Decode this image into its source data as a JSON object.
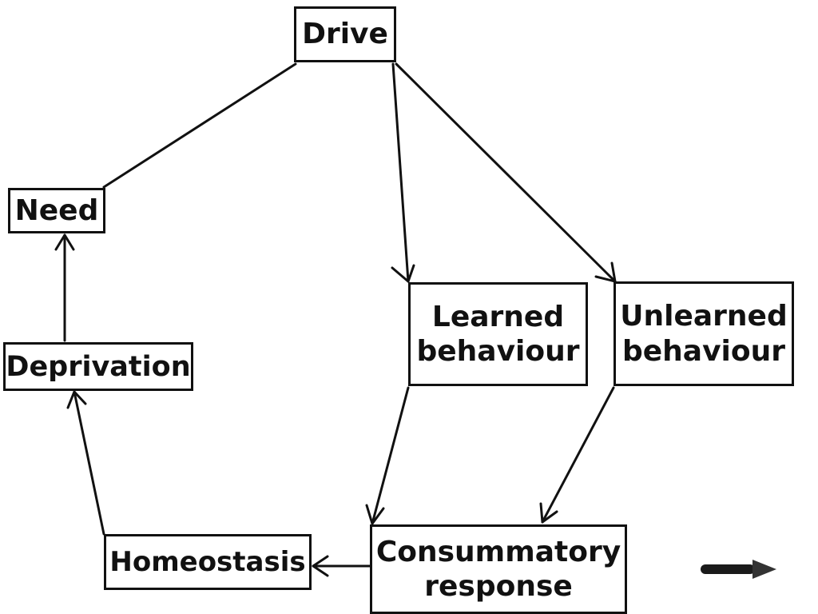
{
  "diagram": {
    "nodes": {
      "drive": {
        "label": "Drive"
      },
      "need": {
        "label": "Need"
      },
      "deprivation": {
        "label": "Deprivation"
      },
      "learned": {
        "line1": "Learned",
        "line2": "behaviour"
      },
      "unlearned": {
        "line1": "Unlearned",
        "line2": "behaviour"
      },
      "consummatory": {
        "line1": "Consummatory",
        "line2": "response"
      },
      "homeostasis": {
        "label": "Homeostasis"
      }
    },
    "edges": [
      {
        "from": "need",
        "to": "drive",
        "arrow": false
      },
      {
        "from": "drive",
        "to": "learned",
        "arrow": true
      },
      {
        "from": "drive",
        "to": "unlearned",
        "arrow": true
      },
      {
        "from": "learned",
        "to": "consummatory",
        "arrow": true
      },
      {
        "from": "unlearned",
        "to": "consummatory",
        "arrow": true
      },
      {
        "from": "consummatory",
        "to": "homeostasis",
        "arrow": true
      },
      {
        "from": "homeostasis",
        "to": "deprivation",
        "arrow": true
      },
      {
        "from": "deprivation",
        "to": "need",
        "arrow": true
      }
    ],
    "line_color": "#111111",
    "nav_arrow_color": "#333333",
    "nav_arrow_icon": "arrow-right-icon"
  }
}
